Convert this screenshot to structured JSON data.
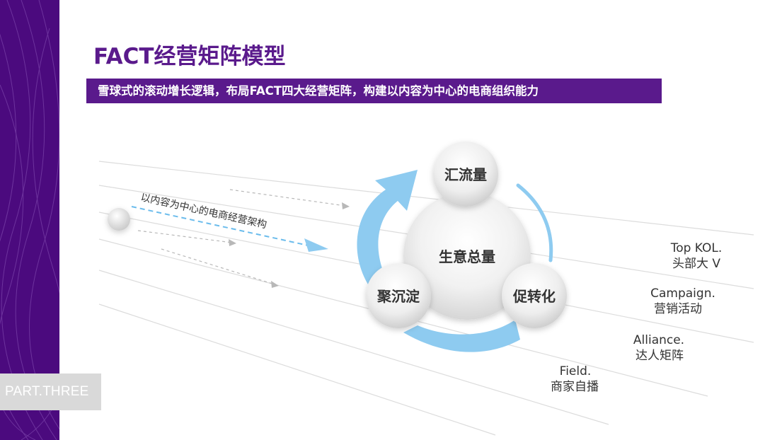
{
  "header": {
    "title": "FACT经营矩阵模型",
    "subtitle": "雪球式的滚动增长逻辑，布局FACT四大经营矩阵，构建以内容为中心的电商组织能力"
  },
  "sidebar": {
    "part_label": "PART.THREE"
  },
  "diagram": {
    "flow_label": "以内容为中心的电商经营架构",
    "center": "生意总量",
    "top_node": "汇流量",
    "left_node": "聚沉淀",
    "right_node": "促转化",
    "categories": [
      {
        "en": "Top KOL.",
        "cn": "头部大 V"
      },
      {
        "en": "Campaign.",
        "cn": "营销活动"
      },
      {
        "en": "Alliance.",
        "cn": "达人矩阵"
      },
      {
        "en": "Field.",
        "cn": "商家自播"
      }
    ]
  },
  "colors": {
    "purple": "#5a1a8c",
    "sidebar": "#4b0a7e",
    "arrow_blue": "#8ecbf0",
    "dashed_blue": "#6bbcec"
  }
}
